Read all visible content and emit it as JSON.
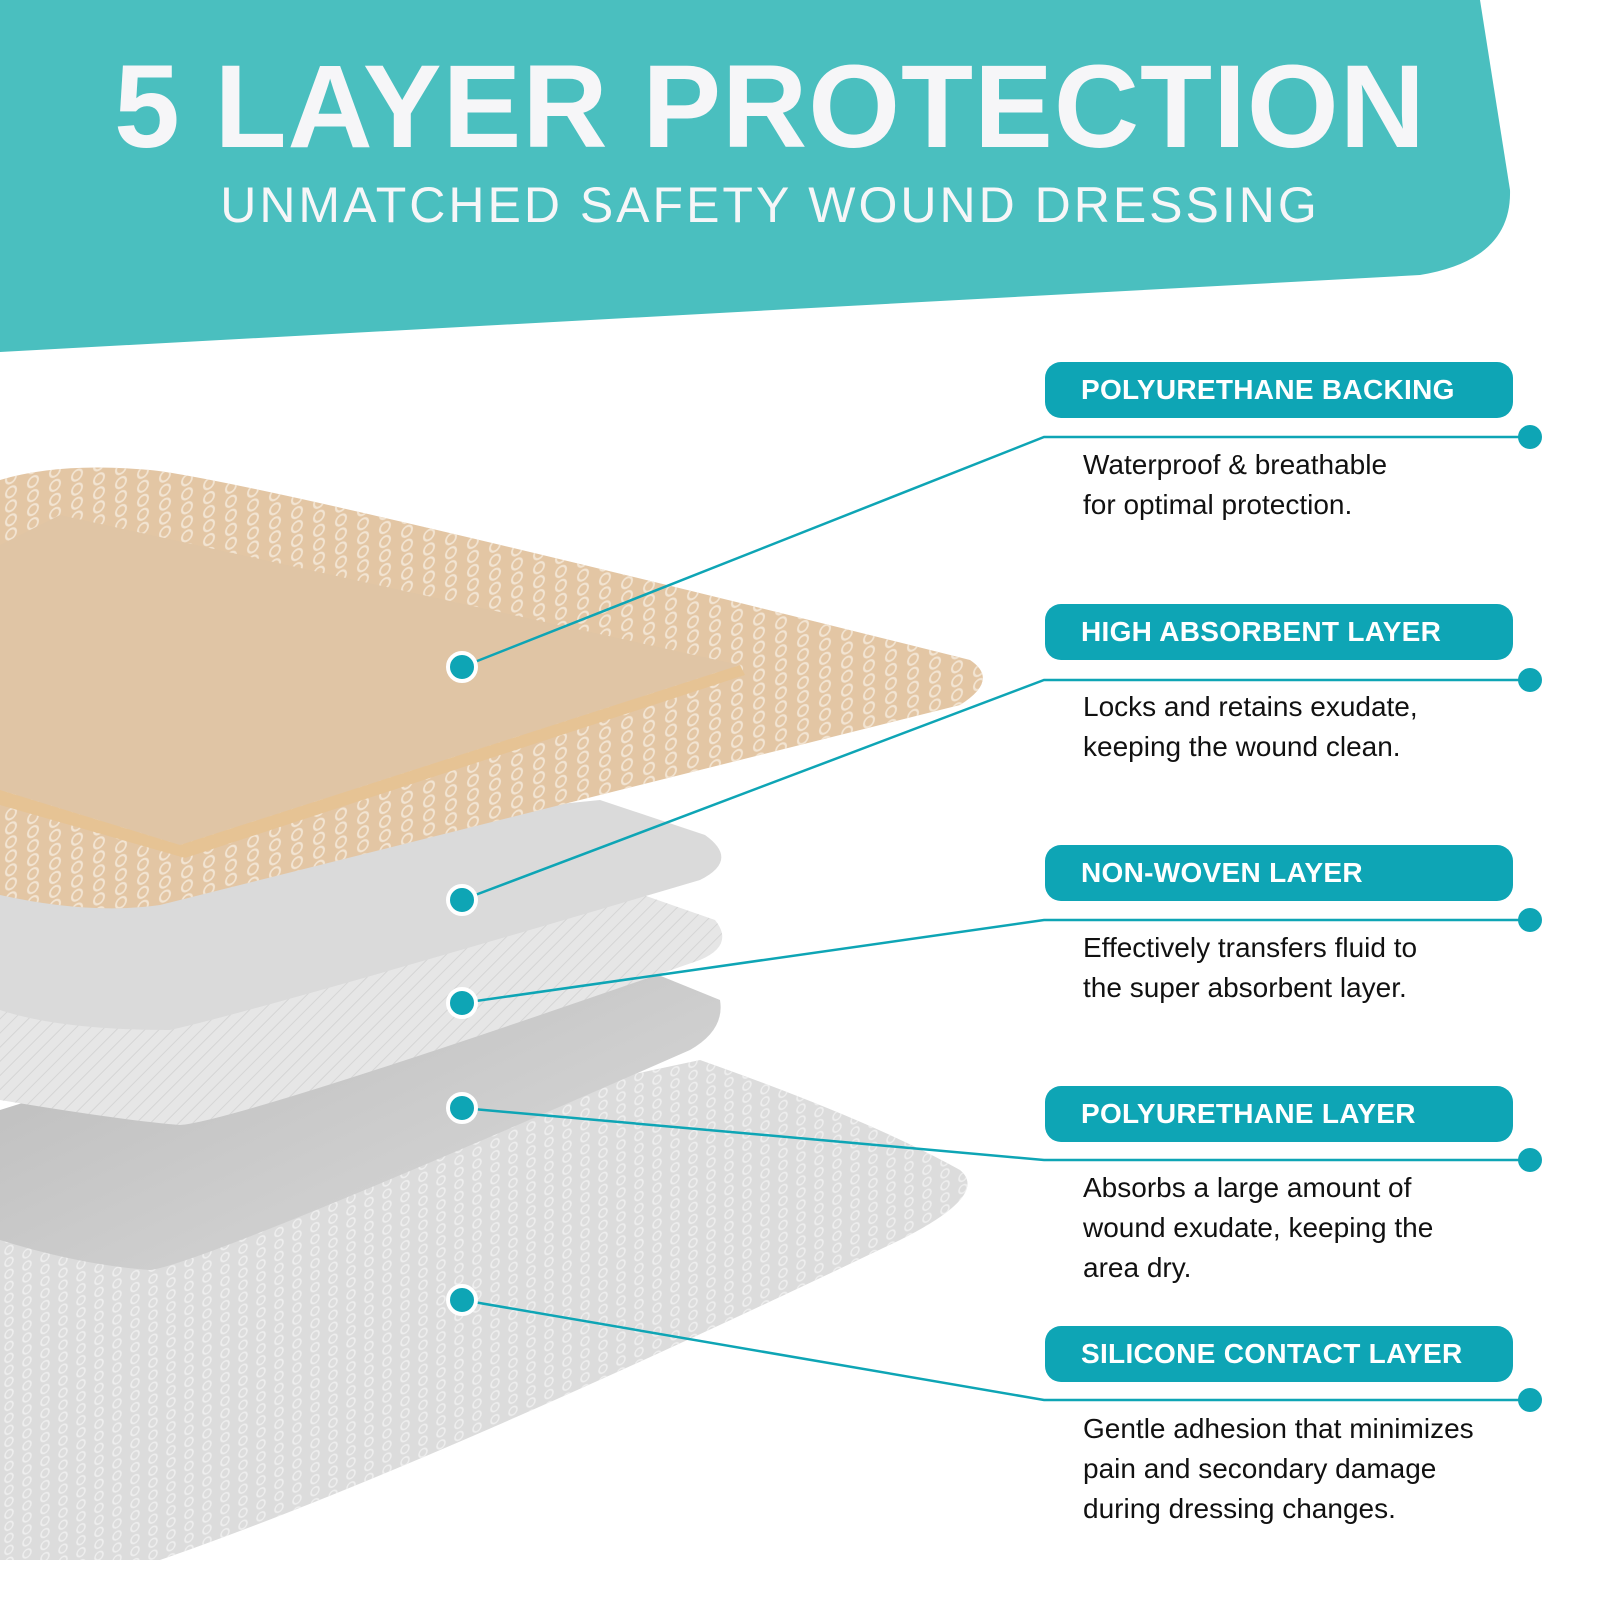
{
  "header": {
    "title": "5 LAYER PROTECTION",
    "subtitle": "UNMATCHED SAFETY WOUND DRESSING"
  },
  "colors": {
    "banner": "#4abfbf",
    "accent": "#0ea5b5",
    "title_text": "#f6f6f8",
    "body_text": "#111111",
    "skin_layer": "#e3c6a4",
    "grey_layer": "#c9c9c9"
  },
  "layers": [
    {
      "label": "POLYURETHANE BACKING",
      "description": [
        "Waterproof & breathable",
        "for optimal protection."
      ]
    },
    {
      "label": "HIGH ABSORBENT LAYER",
      "description": [
        "Locks and retains exudate,",
        "keeping the wound clean."
      ]
    },
    {
      "label": "NON-WOVEN LAYER",
      "description": [
        "Effectively transfers fluid to",
        "the super absorbent layer."
      ]
    },
    {
      "label": "POLYURETHANE LAYER",
      "description": [
        "Absorbs a large amount of",
        "wound exudate, keeping the",
        "area dry."
      ]
    },
    {
      "label": "SILICONE CONTACT LAYER",
      "description": [
        "Gentle adhesion that minimizes",
        "pain and secondary damage",
        "during dressing changes."
      ]
    }
  ]
}
